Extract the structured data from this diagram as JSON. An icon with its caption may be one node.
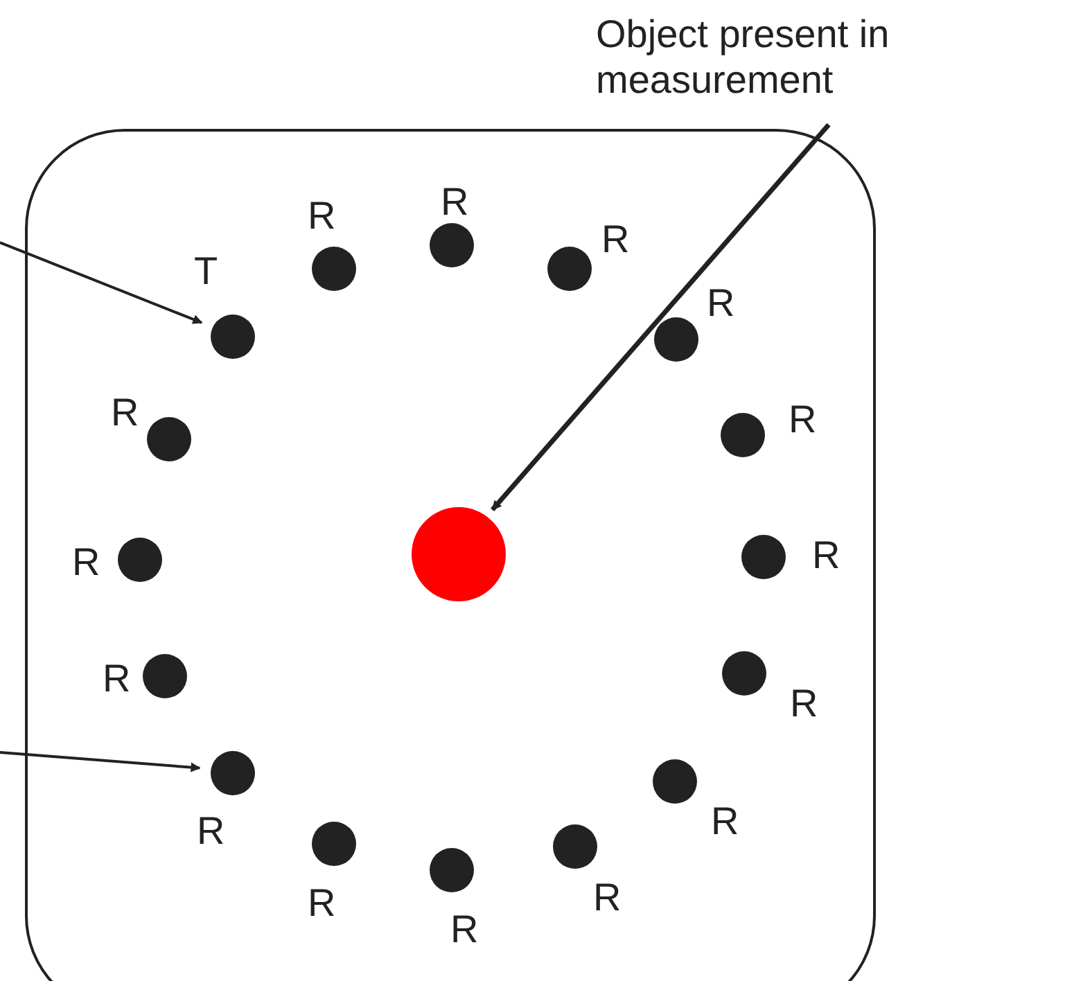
{
  "diagram": {
    "nodes": [
      {
        "text": [
          "Object present in measurement"
        ]
      },
      {
        "text": [],
        "shape": "box"
      },
      {
        "text": [],
        "shape": "circle",
        "beside": [
          "R"
        ],
        "in": 1
      },
      {
        "text": [],
        "shape": "circle",
        "beside": [
          "R"
        ],
        "in": 1
      },
      {
        "text": [],
        "shape": "circle",
        "beside": [
          "R"
        ],
        "in": 1
      },
      {
        "text": [],
        "shape": "circle",
        "beside": [
          "T"
        ],
        "in": 1
      },
      {
        "text": [],
        "shape": "circle",
        "beside": [
          "R"
        ],
        "in": 1
      },
      {
        "text": [],
        "shape": "circle",
        "beside": [
          "R"
        ],
        "in": 1
      },
      {
        "text": [],
        "shape": "circle",
        "beside": [
          "R"
        ],
        "in": 1
      },
      {
        "text": [],
        "shape": "circle",
        "in": 1
      },
      {
        "text": [],
        "shape": "circle",
        "beside": [
          "R"
        ],
        "in": 1
      },
      {
        "text": [],
        "shape": "circle",
        "beside": [
          "R"
        ],
        "in": 1
      },
      {
        "text": [],
        "shape": "circle",
        "beside": [
          "R"
        ],
        "in": 1
      },
      {
        "text": [],
        "shape": "circle",
        "beside": [
          "R"
        ],
        "in": 1
      },
      {
        "text": [],
        "shape": "circle",
        "beside": [
          "R"
        ],
        "in": 1
      },
      {
        "text": [],
        "shape": "circle",
        "beside": [
          "R"
        ],
        "in": 1
      },
      {
        "text": [],
        "shape": "circle",
        "beside": [
          "R"
        ],
        "in": 1
      },
      {
        "text": [],
        "shape": "circle",
        "beside": [
          "R"
        ],
        "in": 1
      },
      {
        "text": [],
        "shape": "circle",
        "beside": [
          "R"
        ],
        "in": 1
      }
    ],
    "edges": [
      {
        "from": null,
        "to": 5,
        "arrow": "to"
      },
      {
        "from": null,
        "to": 14,
        "arrow": "to"
      },
      {
        "from": 0,
        "to": 9,
        "arrow": "to"
      }
    ]
  }
}
